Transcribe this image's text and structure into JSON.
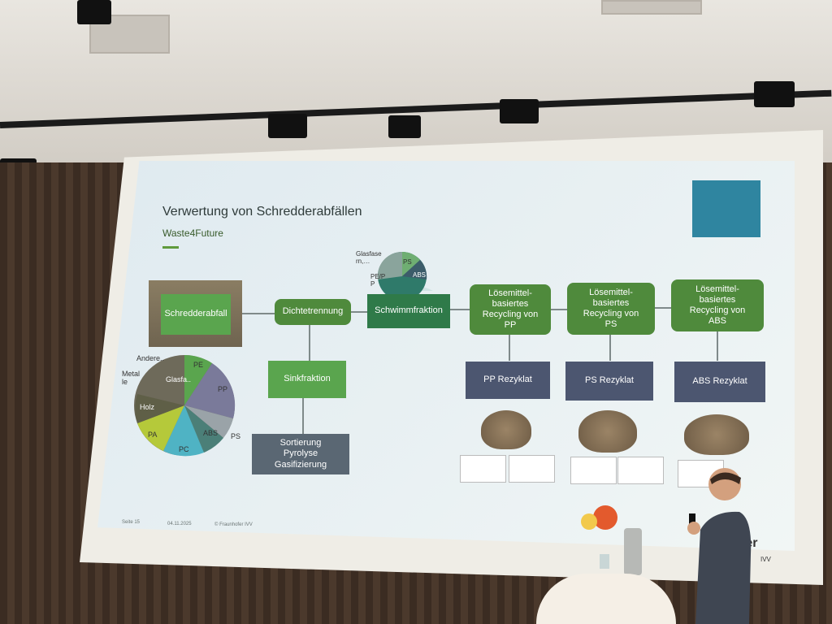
{
  "slide": {
    "title": "Verwertung von Schredderabfällen",
    "subtitle": "Waste4Future",
    "boxes": {
      "schredderabfall": "Schredderabfall",
      "dichtetrennung": "Dichtetrennung",
      "schwimmfraktion": "Schwimmfraktion",
      "sinkfraktion": "Sinkfraktion",
      "sortierung": "Sortierung\nPyrolyse\nGasifizierung",
      "recycling_pp": "Lösemittel-\nbasiertes\nRecycling von\nPP",
      "recycling_ps": "Lösemittel-\nbasiertes\nRecycling von\nPS",
      "recycling_abs": "Lösemittel-\nbasiertes\nRecycling von\nABS",
      "rezyklat_pp": "PP Rezyklat",
      "rezyklat_ps": "PS Rezyklat",
      "rezyklat_abs": "ABS Rezyklat"
    },
    "pie_labels": {
      "andere": "Andere..",
      "metalle": "Metal\nle",
      "glasfa": "Glasfa..",
      "pe": "PE",
      "pp": "PP",
      "ps": "PS",
      "abs": "ABS",
      "pc": "PC",
      "pa": "PA",
      "holz": "Holz"
    },
    "small_pie_labels": {
      "glasfaser": "Glasfase\nrn,…",
      "pe_p": "PE/P\nP",
      "ps": "PS",
      "abs": "ABS"
    },
    "footer": {
      "page": "Seite 15",
      "date": "04.11.2025",
      "copyright": "© Fraunhofer IVV"
    },
    "brand": "fer",
    "brand_sub": "IVV"
  }
}
